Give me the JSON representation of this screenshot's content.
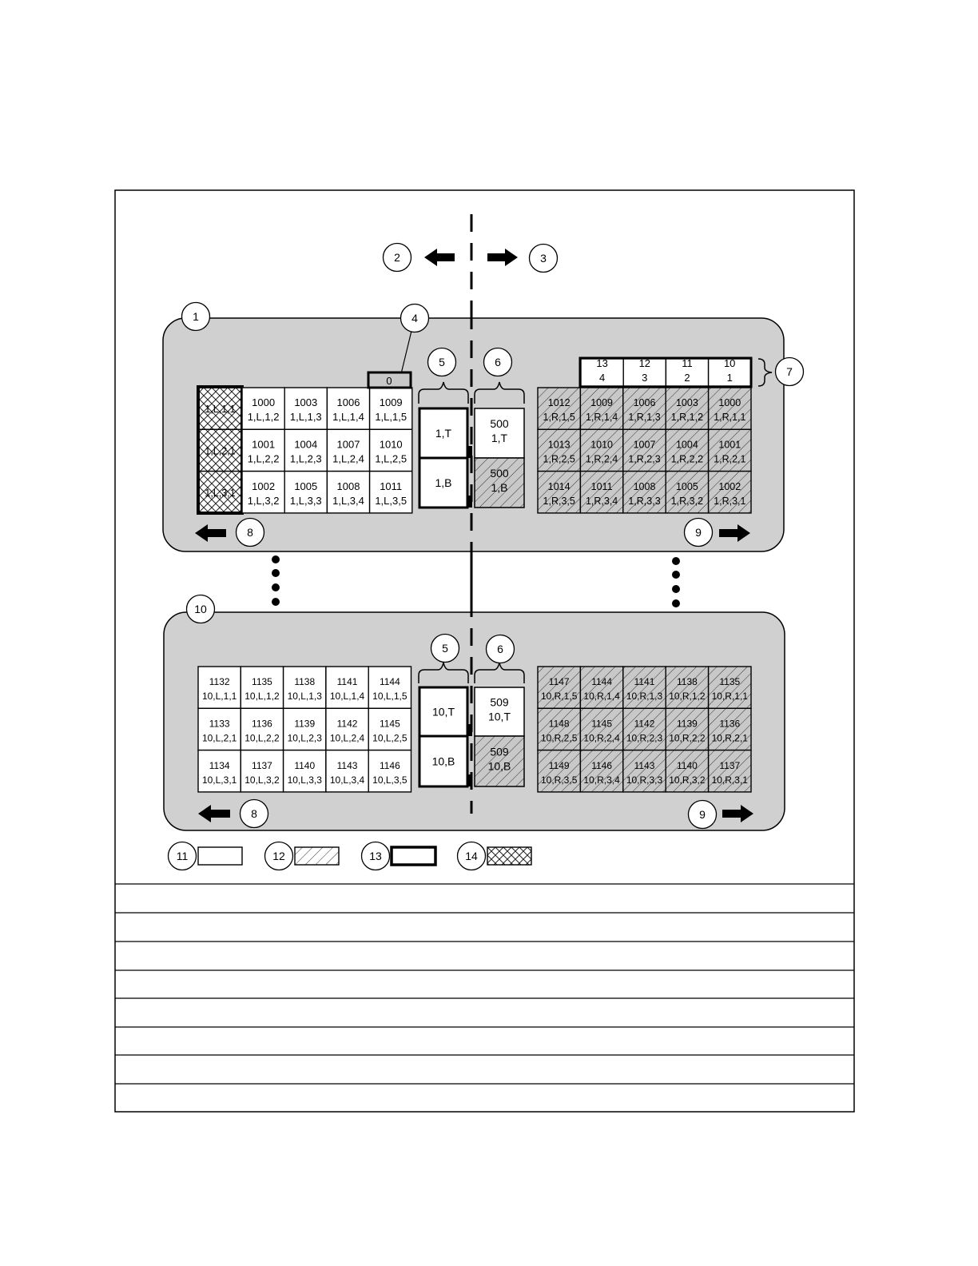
{
  "callouts": {
    "c1": "1",
    "c2": "2",
    "c3": "3",
    "c4": "4",
    "c5": "5",
    "c6": "6",
    "c7": "7",
    "c8": "8",
    "c9": "9",
    "c10": "10",
    "c11": "11",
    "c12": "12",
    "c13": "13",
    "c14": "14"
  },
  "panel1": {
    "left_hatched": [
      [
        "1,L,1,1"
      ],
      [
        "1,L,2,1"
      ],
      [
        "1,L,3,1"
      ]
    ],
    "left_grid": [
      [
        "1000|1,L,1,2",
        "1003|1,L,1,3",
        "1006|1,L,1,4",
        "1009|1,L,1,5"
      ],
      [
        "1001|1,L,2,2",
        "1004|1,L,2,3",
        "1007|1,L,2,4",
        "1010|1,L,2,5"
      ],
      [
        "1002|1,L,3,2",
        "1005|1,L,3,3",
        "1008|1,L,3,4",
        "1011|1,L,3,5"
      ]
    ],
    "zero_label": "0",
    "block5_top": "1,T",
    "block5_bottom": "1,B",
    "block6_top": [
      "500",
      "1,T"
    ],
    "block6_bottom": [
      "500",
      "1,B"
    ],
    "header_row": [
      [
        "13",
        "4"
      ],
      [
        "12",
        "3"
      ],
      [
        "11",
        "2"
      ],
      [
        "10",
        "1"
      ]
    ],
    "right_grid": [
      [
        "1012|1,R,1,5",
        "1009|1,R,1,4",
        "1006|1,R,1,3",
        "1003|1,R,1,2",
        "1000|1,R,1,1"
      ],
      [
        "1013|1,R,2,5",
        "1010|1,R,2,4",
        "1007|1,R,2,3",
        "1004|1,R,2,2",
        "1001|1,R,2,1"
      ],
      [
        "1014|1,R,3,5",
        "1011|1,R,3,4",
        "1008|1,R,3,3",
        "1005|1,R,3,2",
        "1002|1,R,3,1"
      ]
    ]
  },
  "panel10": {
    "left_grid": [
      [
        "1132|10,L,1,1",
        "1135|10,L,1,2",
        "1138|10,L,1,3",
        "1141|10,L,1,4",
        "1144|10,L,1,5"
      ],
      [
        "1133|10,L,2,1",
        "1136|10,L,2,2",
        "1139|10,L,2,3",
        "1142|10,L,2,4",
        "1145|10,L,2,5"
      ],
      [
        "1134|10,L,3,1",
        "1137|10,L,3,2",
        "1140|10,L,3,3",
        "1143|10,L,3,4",
        "1146|10,L,3,5"
      ]
    ],
    "block5_top": "10,T",
    "block5_bottom": "10,B",
    "block6_top": [
      "509",
      "10,T"
    ],
    "block6_bottom": [
      "509",
      "10,B"
    ],
    "right_grid": [
      [
        "1147|10,R,1,5",
        "1144|10,R,1,4",
        "1141|10,R,1,3",
        "1138|10,R,1,2",
        "1135|10,R,1,1"
      ],
      [
        "1148|10,R,2,5",
        "1145|10,R,2,4",
        "1142|10,R,2,3",
        "1139|10,R,2,2",
        "1136|10,R,2,1"
      ],
      [
        "1149|10,R,3,5",
        "1146|10,R,3,4",
        "1143|10,R,3,3",
        "1140|10,R,3,2",
        "1137|10,R,3,1"
      ]
    ]
  },
  "legend": [
    {
      "id": "11",
      "style": "plain"
    },
    {
      "id": "12",
      "style": "hatched"
    },
    {
      "id": "13",
      "style": "bold"
    },
    {
      "id": "14",
      "style": "crosshatched"
    }
  ],
  "table_rows": [
    "",
    "",
    "",
    "",
    "",
    "",
    "",
    ""
  ],
  "colors": {
    "panel": "#d0d0d0",
    "hatch_fill": "#c4c4c4",
    "line": "#000000",
    "background": "#ffffff"
  }
}
